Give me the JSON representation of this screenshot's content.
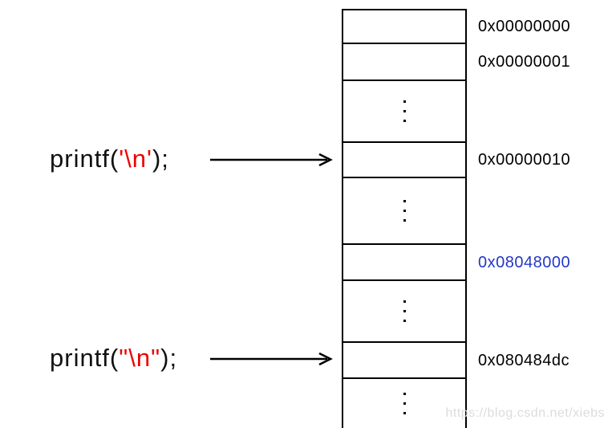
{
  "diagram": {
    "code_labels": [
      {
        "prefix": "printf(",
        "arg": "'\\n'",
        "suffix": ");"
      },
      {
        "prefix": "printf(",
        "arg": "\"\\n\"",
        "suffix": ");"
      }
    ],
    "memory_rows": [
      {
        "type": "cell",
        "address": "0x00000000",
        "address_color": "#000000"
      },
      {
        "type": "cell",
        "address": "0x00000001",
        "address_color": "#000000"
      },
      {
        "type": "ellipsis"
      },
      {
        "type": "cell",
        "address": "0x00000010",
        "address_color": "#000000"
      },
      {
        "type": "ellipsis"
      },
      {
        "type": "cell",
        "address": "0x08048000",
        "address_color": "#2438c8"
      },
      {
        "type": "ellipsis"
      },
      {
        "type": "cell",
        "address": "0x080484dc",
        "address_color": "#000000"
      },
      {
        "type": "ellipsis"
      }
    ],
    "colors": {
      "escape_red": "#ee0000",
      "highlight_blue": "#2438c8",
      "line_black": "#000000",
      "watermark_gray": "#dcdcdc"
    },
    "watermark": "https://blog.csdn.net/xiebs"
  }
}
